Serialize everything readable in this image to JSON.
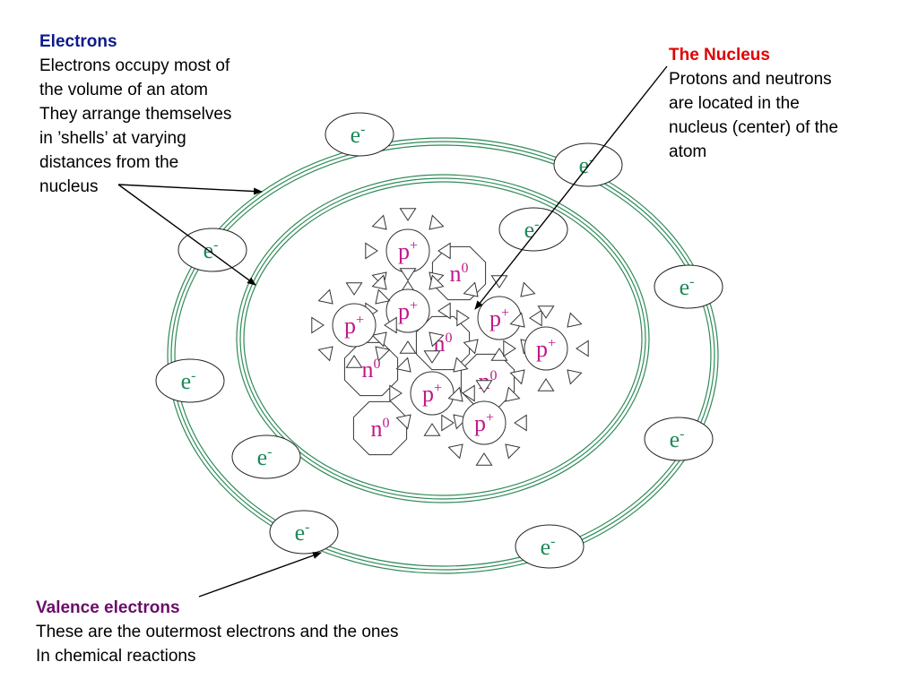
{
  "electrons_note": {
    "heading": "Electrons",
    "lines": [
      "Electrons occupy most of",
      "the volume of an atom",
      "They arrange themselves",
      "in ’shells’ at varying",
      "distances from the",
      "nucleus"
    ]
  },
  "nucleus_note": {
    "heading": "The Nucleus",
    "lines": [
      "Protons and neutrons",
      "are located in the",
      "nucleus (center) of the",
      "atom"
    ]
  },
  "valence_note": {
    "heading": "Valence electrons",
    "lines": [
      "These are the outermost electrons and the ones",
      "In chemical reactions"
    ]
  },
  "electron_label": {
    "base": "e",
    "sup": "-"
  },
  "proton_label": {
    "base": "p",
    "sup": "+"
  },
  "neutron_label": {
    "base": "n",
    "sup": "0"
  },
  "colors": {
    "shell": "#2e8b57",
    "electron_text": "#1f8a5a",
    "nucleon_text": "#c0188c",
    "electrons_heading": "#0b1a8a",
    "nucleus_heading": "#e00000",
    "valence_heading": "#6a0d6a"
  }
}
